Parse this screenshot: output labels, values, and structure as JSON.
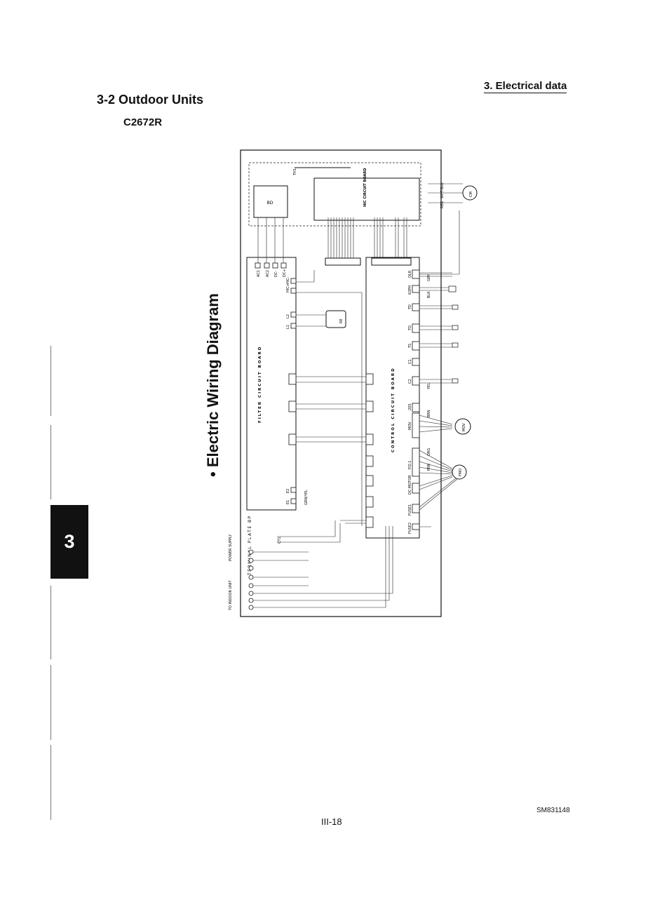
{
  "header": {
    "section": "3. Electrical data"
  },
  "title": "3-2 Outdoor Units",
  "model": "C2672R",
  "diagram_heading": "• Electric Wiring Diagram",
  "chapter_tab": "3",
  "doc_id": "SM831148",
  "page_number": "III-18",
  "diagram": {
    "filter_board": "FILTER CIRCUIT BOARD",
    "control_board": "CONTROL CIRCUIT BOARD",
    "terminal_plate": "TERMINAL PLATE BP",
    "power_supply": "POWER SUPPLY",
    "indoor_unit": "TO INDOOR UNIT",
    "hic_board": "HIC CIRCUIT BOARD",
    "filter_terms": [
      "AC1",
      "AC2",
      "DC-",
      "DC+",
      "HIC+",
      "HIC-",
      "L2",
      "L1",
      "E2",
      "E1"
    ],
    "ctrl_connectors": [
      "OLR",
      "63PH",
      "TD",
      "TO",
      "TS",
      "C1",
      "C2",
      "20S",
      "MOV",
      "P.D.1",
      "DC MOTOR",
      "FUSE1",
      "FUSE2"
    ],
    "wire_colors": [
      "BLU",
      "WHT",
      "RED",
      "GRY",
      "BLK",
      "YEL",
      "PNK",
      "ORG",
      "BRN",
      "GRN/YEL"
    ],
    "motors": [
      "CM",
      "MOV",
      "FMO"
    ],
    "components": [
      "BD",
      "RE",
      "CT1",
      "TH1"
    ]
  }
}
